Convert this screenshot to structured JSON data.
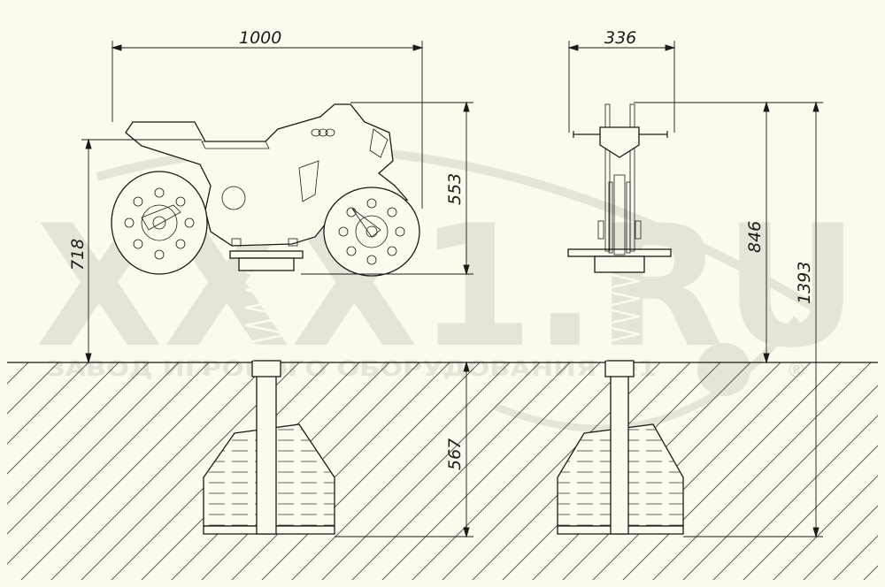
{
  "watermark": {
    "logo_text": "XXX1.RU",
    "tagline": "ЗАВОД ИГРОВОГО ОБОРУДОВАНИЯ №1",
    "registered": "®"
  },
  "dimensions": {
    "front_width": "1000",
    "side_width": "336",
    "seat_height": "553",
    "total_above_ground": "718",
    "side_height": "846",
    "total_height": "1393",
    "foundation_depth": "567"
  },
  "colors": {
    "background": "#fdf9ec",
    "line": "#1a1a1a",
    "watermark": "#e7e3d6"
  }
}
